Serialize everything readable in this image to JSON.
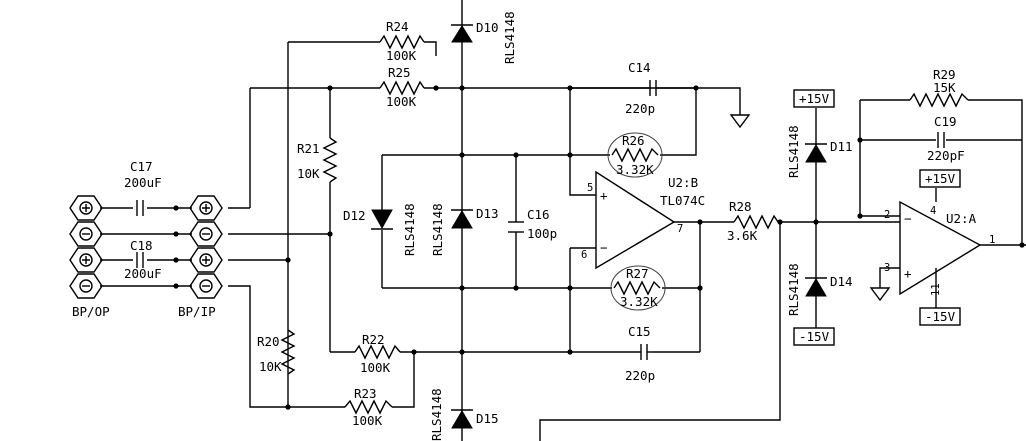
{
  "components": {
    "r24": {
      "ref": "R24",
      "value": "100K"
    },
    "r25": {
      "ref": "R25",
      "value": "100K"
    },
    "r21": {
      "ref": "R21",
      "value": "10K"
    },
    "r20": {
      "ref": "R20",
      "value": "10K"
    },
    "r22": {
      "ref": "R22",
      "value": "100K"
    },
    "r23": {
      "ref": "R23",
      "value": "100K"
    },
    "r26": {
      "ref": "R26",
      "value": "3.32K"
    },
    "r27": {
      "ref": "R27",
      "value": "3.32K"
    },
    "r28": {
      "ref": "R28",
      "value": "3.6K"
    },
    "r29": {
      "ref": "R29",
      "value": "15K"
    },
    "c14": {
      "ref": "C14",
      "value": "220p"
    },
    "c15": {
      "ref": "C15",
      "value": "220p"
    },
    "c16": {
      "ref": "C16",
      "value": "100p"
    },
    "c17": {
      "ref": "C17",
      "value": "200uF"
    },
    "c18": {
      "ref": "C18",
      "value": "200uF"
    },
    "c19": {
      "ref": "C19",
      "value": "220pF"
    },
    "d10": {
      "ref": "D10",
      "part": "RLS4148"
    },
    "d11": {
      "ref": "D11",
      "part": "RLS4148"
    },
    "d12": {
      "ref": "D12",
      "part": "RLS4148"
    },
    "d13": {
      "ref": "D13",
      "part": "RLS4148"
    },
    "d14": {
      "ref": "D14",
      "part": "RLS4148"
    },
    "d15": {
      "ref": "D15",
      "part": "RLS4148"
    },
    "u2b": {
      "ref": "U2:B",
      "part": "TL074C",
      "pin_plus": "5",
      "pin_minus": "6",
      "pin_out": "7"
    },
    "u2a": {
      "ref": "U2:A",
      "pin_minus": "2",
      "pin_plus": "3",
      "pin_out": "1",
      "pin_vplus": "4",
      "pin_vminus": "11"
    }
  },
  "connectors": {
    "bp_op": "BP/OP",
    "bp_ip": "BP/IP"
  },
  "rails": {
    "plus": "+15V",
    "minus": "-15V"
  },
  "symbols": {
    "plus": "+",
    "minus": "−"
  }
}
